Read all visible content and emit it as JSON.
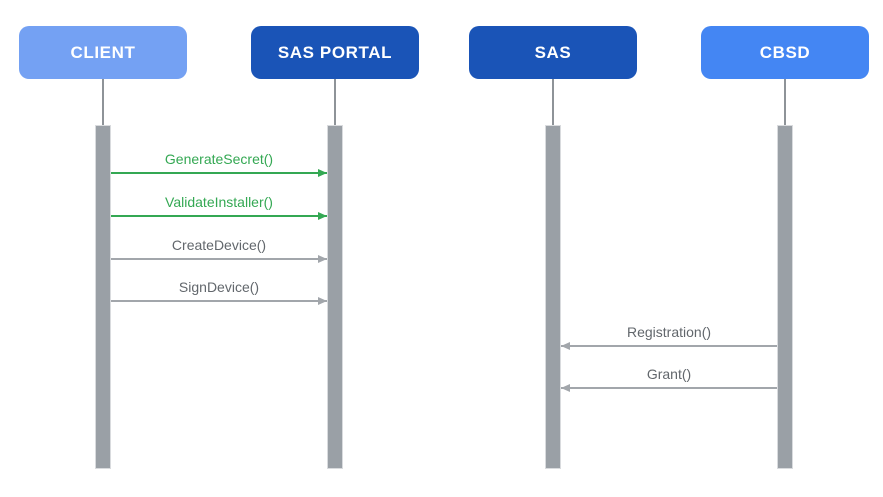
{
  "colors": {
    "actor_light_blue": "#74A1F3",
    "actor_dark_blue": "#1A54B7",
    "actor_medium_blue": "#4486F3",
    "actor_text": "#FFFFFF",
    "green_message": "#34A853",
    "gray_message_text": "#62676C",
    "gray_arrow": "#A2A6AB",
    "lifeline_gray": "#8E9398",
    "activation_fill": "#9AA0A6",
    "activation_border": "#D9DBDE",
    "background": "#FFFFFF"
  },
  "actors": [
    {
      "label": "CLIENT"
    },
    {
      "label": "SAS PORTAL"
    },
    {
      "label": "SAS"
    },
    {
      "label": "CBSD"
    }
  ],
  "messages": [
    {
      "label": "GenerateSecret()",
      "from": "CLIENT",
      "to": "SAS PORTAL",
      "style": "green",
      "direction": "right"
    },
    {
      "label": "ValidateInstaller()",
      "from": "CLIENT",
      "to": "SAS PORTAL",
      "style": "green",
      "direction": "right"
    },
    {
      "label": "CreateDevice()",
      "from": "CLIENT",
      "to": "SAS PORTAL",
      "style": "gray",
      "direction": "right"
    },
    {
      "label": "SignDevice()",
      "from": "CLIENT",
      "to": "SAS PORTAL",
      "style": "gray",
      "direction": "right"
    },
    {
      "label": "Registration()",
      "from": "CBSD",
      "to": "SAS",
      "style": "gray",
      "direction": "left"
    },
    {
      "label": "Grant()",
      "from": "CBSD",
      "to": "SAS",
      "style": "gray",
      "direction": "left"
    }
  ]
}
